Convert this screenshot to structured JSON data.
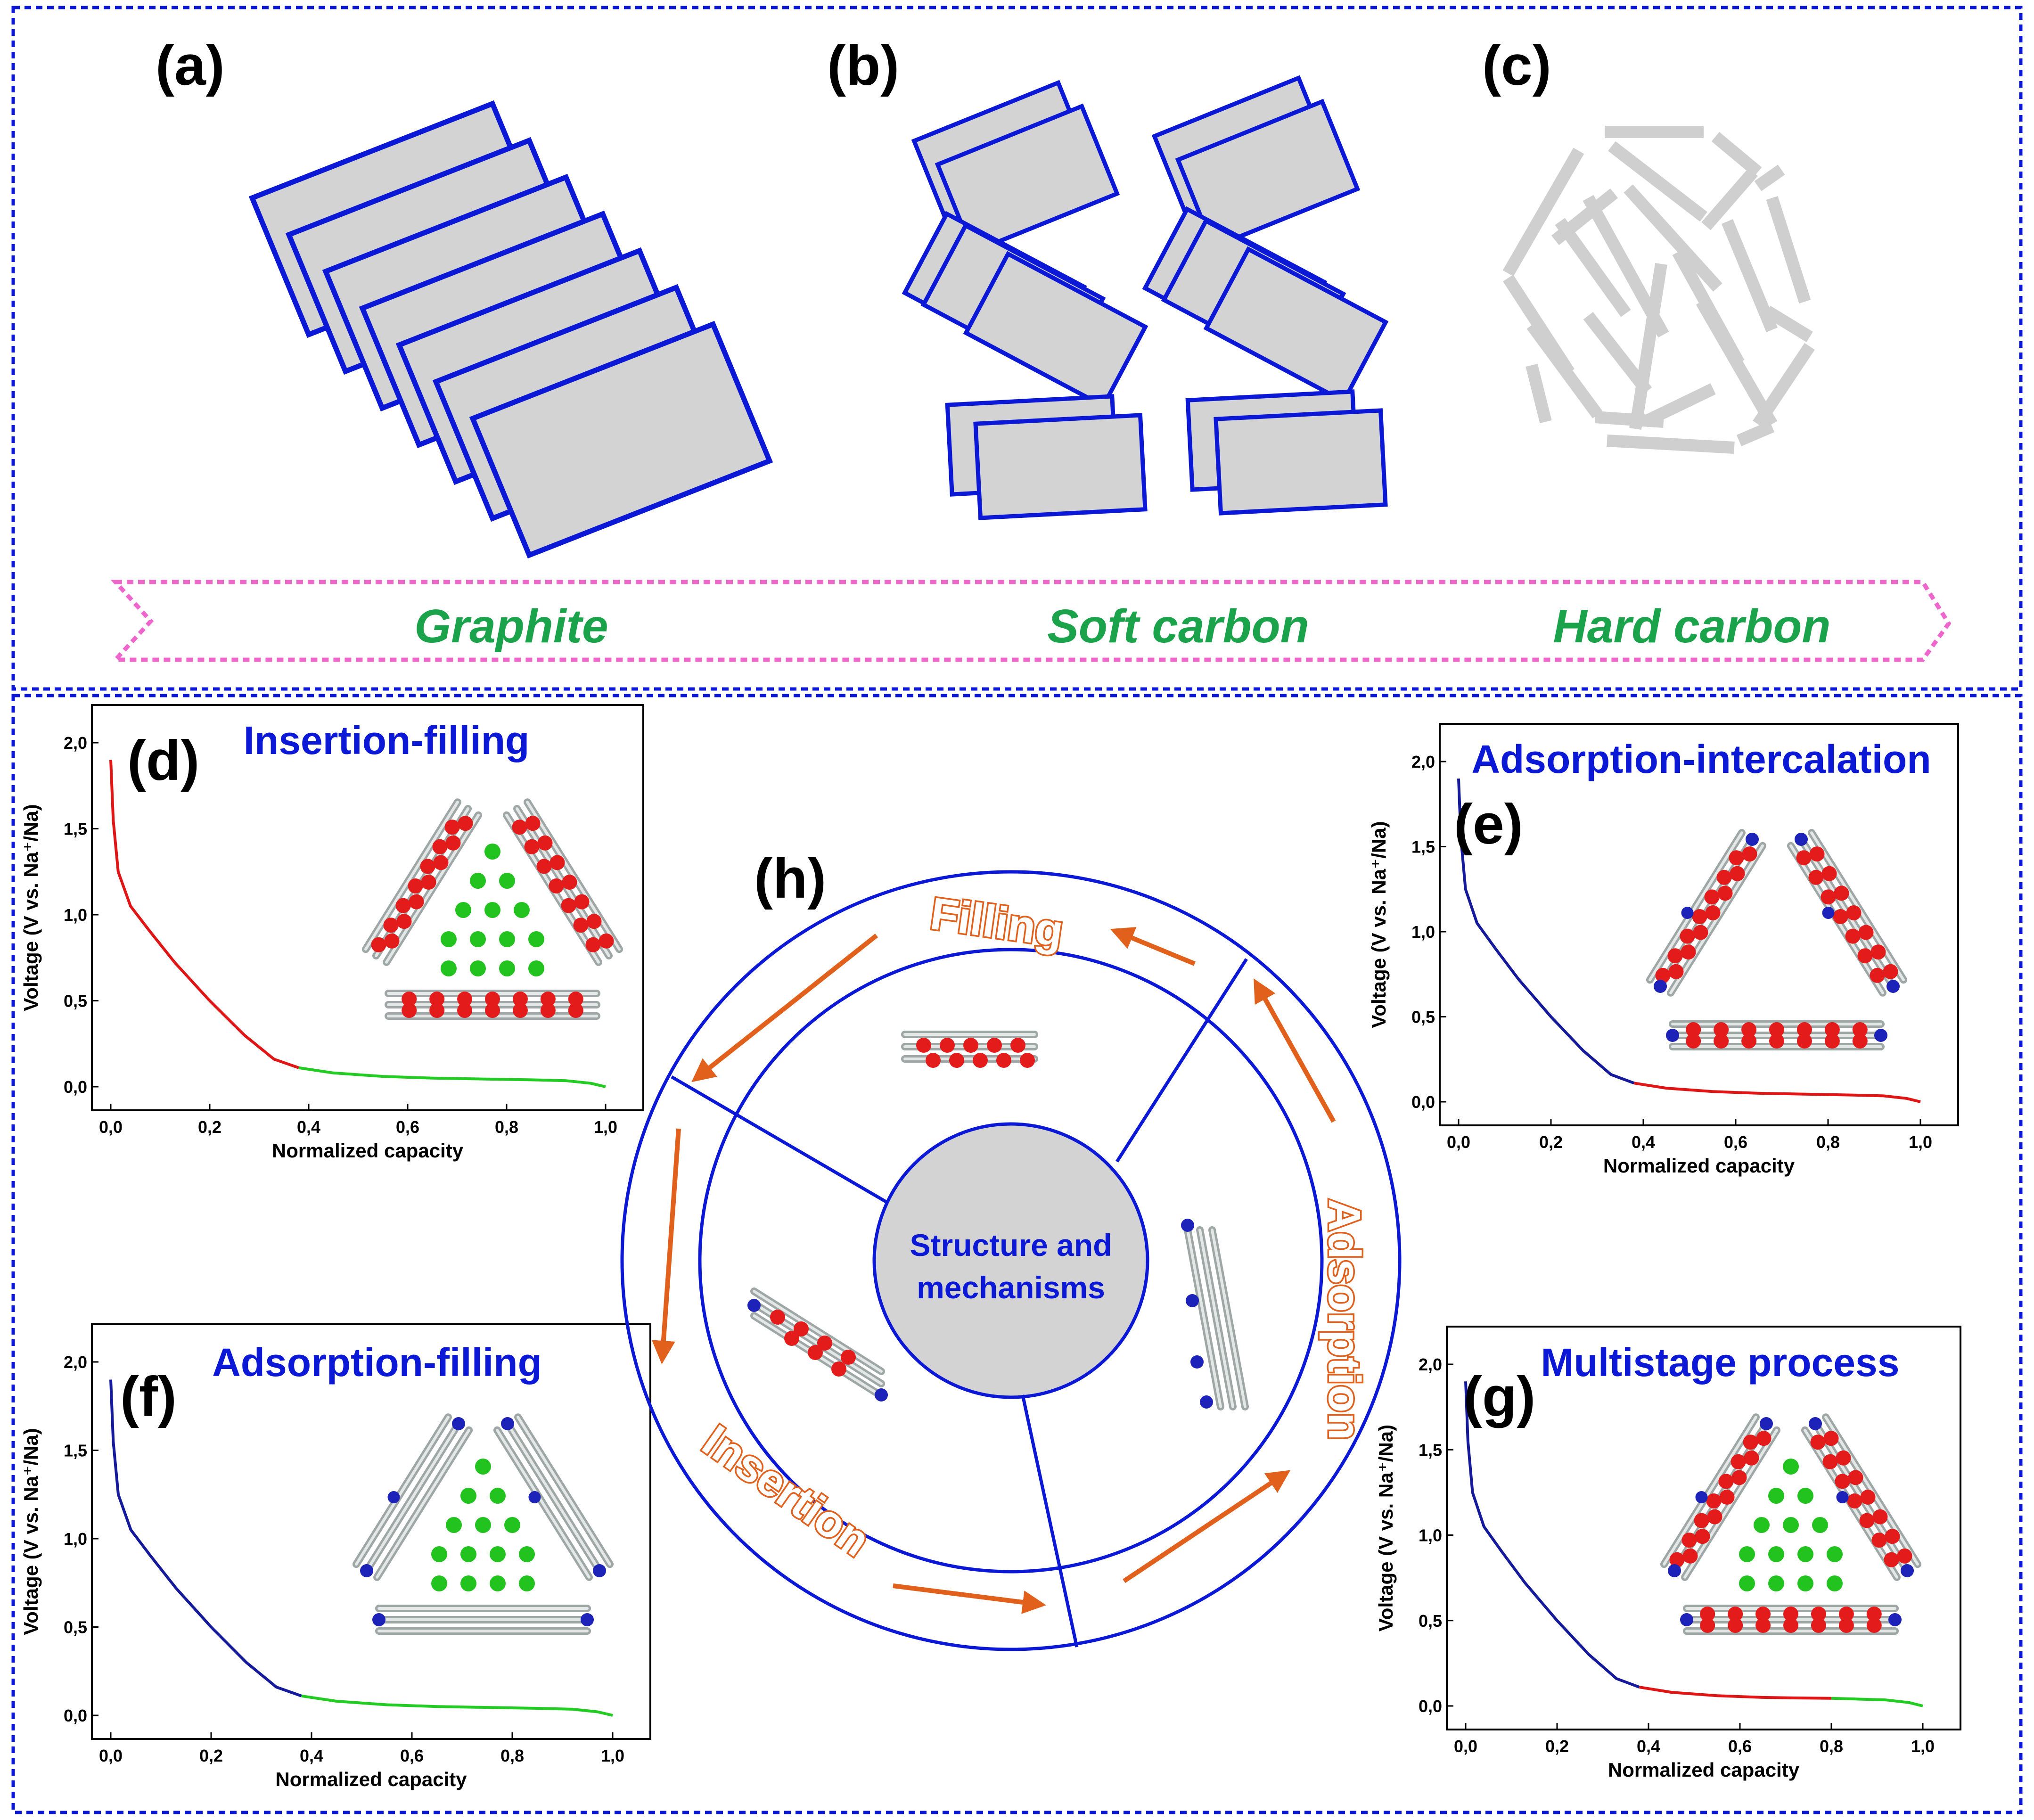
{
  "panels": {
    "a": {
      "letter": "(a)"
    },
    "b": {
      "letter": "(b)"
    },
    "c": {
      "letter": "(c)"
    },
    "h": {
      "letter": "(h)"
    }
  },
  "materials": [
    "Graphite",
    "Soft carbon",
    "Hard carbon"
  ],
  "center_label": [
    "Structure and",
    "mechanisms"
  ],
  "ring_words": {
    "filling": "Filling",
    "adsorption": "Adsorption",
    "insertion": "Insertion"
  },
  "colors": {
    "frame": "#0b18d6",
    "sheet_fill": "#d3d3d3",
    "arrow": "#e0601c",
    "gradient_arrow": "#ee66cc",
    "material_label": "#1aa34a",
    "curve_blue": "#141a9a",
    "curve_red": "#e01515",
    "curve_green": "#22cc22"
  },
  "chart_data": [
    {
      "id": "d",
      "letter": "(d)",
      "title": "Insertion-filling",
      "type": "line",
      "xlabel": "Normalized capacity",
      "ylabel": "Voltage (V vs. Na⁺/Na)",
      "xlim": [
        0,
        1
      ],
      "ylim": [
        0,
        2
      ],
      "xticks": [
        "0,0",
        "0,2",
        "0,4",
        "0,6",
        "0,8",
        "1,0"
      ],
      "yticks": [
        "0,0",
        "0,5",
        "1,0",
        "1,5",
        "2,0"
      ],
      "series": [
        {
          "color": "red",
          "x": [
            0,
            0.005,
            0.015,
            0.04,
            0.08,
            0.13,
            0.2,
            0.27,
            0.33,
            0.38
          ],
          "y": [
            1.9,
            1.55,
            1.25,
            1.05,
            0.9,
            0.72,
            0.5,
            0.3,
            0.16,
            0.11
          ]
        },
        {
          "color": "green",
          "x": [
            0.38,
            0.45,
            0.55,
            0.65,
            0.75,
            0.85,
            0.92,
            0.97,
            1.0
          ],
          "y": [
            0.11,
            0.08,
            0.06,
            0.05,
            0.045,
            0.04,
            0.035,
            0.02,
            0.0
          ]
        }
      ]
    },
    {
      "id": "e",
      "letter": "(e)",
      "title": "Adsorption-intercalation",
      "type": "line",
      "xlabel": "Normalized capacity",
      "ylabel": "Voltage (V vs. Na⁺/Na)",
      "xlim": [
        0,
        1
      ],
      "ylim": [
        0,
        2
      ],
      "xticks": [
        "0,0",
        "0,2",
        "0,4",
        "0,6",
        "0,8",
        "1,0"
      ],
      "yticks": [
        "0,0",
        "0,5",
        "1,0",
        "1,5",
        "2,0"
      ],
      "series": [
        {
          "color": "blue",
          "x": [
            0,
            0.005,
            0.015,
            0.04,
            0.08,
            0.13,
            0.2,
            0.27,
            0.33,
            0.38
          ],
          "y": [
            1.9,
            1.55,
            1.25,
            1.05,
            0.9,
            0.72,
            0.5,
            0.3,
            0.16,
            0.11
          ]
        },
        {
          "color": "red",
          "x": [
            0.38,
            0.45,
            0.55,
            0.65,
            0.75,
            0.85,
            0.92,
            0.97,
            1.0
          ],
          "y": [
            0.11,
            0.08,
            0.06,
            0.05,
            0.045,
            0.04,
            0.035,
            0.02,
            0.0
          ]
        }
      ]
    },
    {
      "id": "f",
      "letter": "(f)",
      "title": "Adsorption-filling",
      "type": "line",
      "xlabel": "Normalized capacity",
      "ylabel": "Voltage (V vs. Na⁺/Na)",
      "xlim": [
        0,
        1
      ],
      "ylim": [
        0,
        2
      ],
      "xticks": [
        "0,0",
        "0,2",
        "0,4",
        "0,6",
        "0,8",
        "1,0"
      ],
      "yticks": [
        "0,0",
        "0,5",
        "1,0",
        "1,5",
        "2,0"
      ],
      "series": [
        {
          "color": "blue",
          "x": [
            0,
            0.005,
            0.015,
            0.04,
            0.08,
            0.13,
            0.2,
            0.27,
            0.33,
            0.38
          ],
          "y": [
            1.9,
            1.55,
            1.25,
            1.05,
            0.9,
            0.72,
            0.5,
            0.3,
            0.16,
            0.11
          ]
        },
        {
          "color": "green",
          "x": [
            0.38,
            0.45,
            0.55,
            0.65,
            0.75,
            0.85,
            0.92,
            0.97,
            1.0
          ],
          "y": [
            0.11,
            0.08,
            0.06,
            0.05,
            0.045,
            0.04,
            0.035,
            0.02,
            0.0
          ]
        }
      ]
    },
    {
      "id": "g",
      "letter": "(g)",
      "title": "Multistage process",
      "type": "line",
      "xlabel": "Normalized capacity",
      "ylabel": "Voltage (V vs. Na⁺/Na)",
      "xlim": [
        0,
        1
      ],
      "ylim": [
        0,
        2
      ],
      "xticks": [
        "0,0",
        "0,2",
        "0,4",
        "0,6",
        "0,8",
        "1,0"
      ],
      "yticks": [
        "0,0",
        "0,5",
        "1,0",
        "1,5",
        "2,0"
      ],
      "series": [
        {
          "color": "blue",
          "x": [
            0,
            0.005,
            0.015,
            0.04,
            0.08,
            0.13,
            0.2,
            0.27,
            0.33,
            0.38
          ],
          "y": [
            1.9,
            1.55,
            1.25,
            1.05,
            0.9,
            0.72,
            0.5,
            0.3,
            0.16,
            0.11
          ]
        },
        {
          "color": "red",
          "x": [
            0.38,
            0.45,
            0.55,
            0.65,
            0.72,
            0.8
          ],
          "y": [
            0.11,
            0.08,
            0.06,
            0.05,
            0.047,
            0.045
          ]
        },
        {
          "color": "green",
          "x": [
            0.8,
            0.86,
            0.92,
            0.97,
            1.0
          ],
          "y": [
            0.045,
            0.04,
            0.035,
            0.02,
            0.0
          ]
        }
      ]
    }
  ]
}
